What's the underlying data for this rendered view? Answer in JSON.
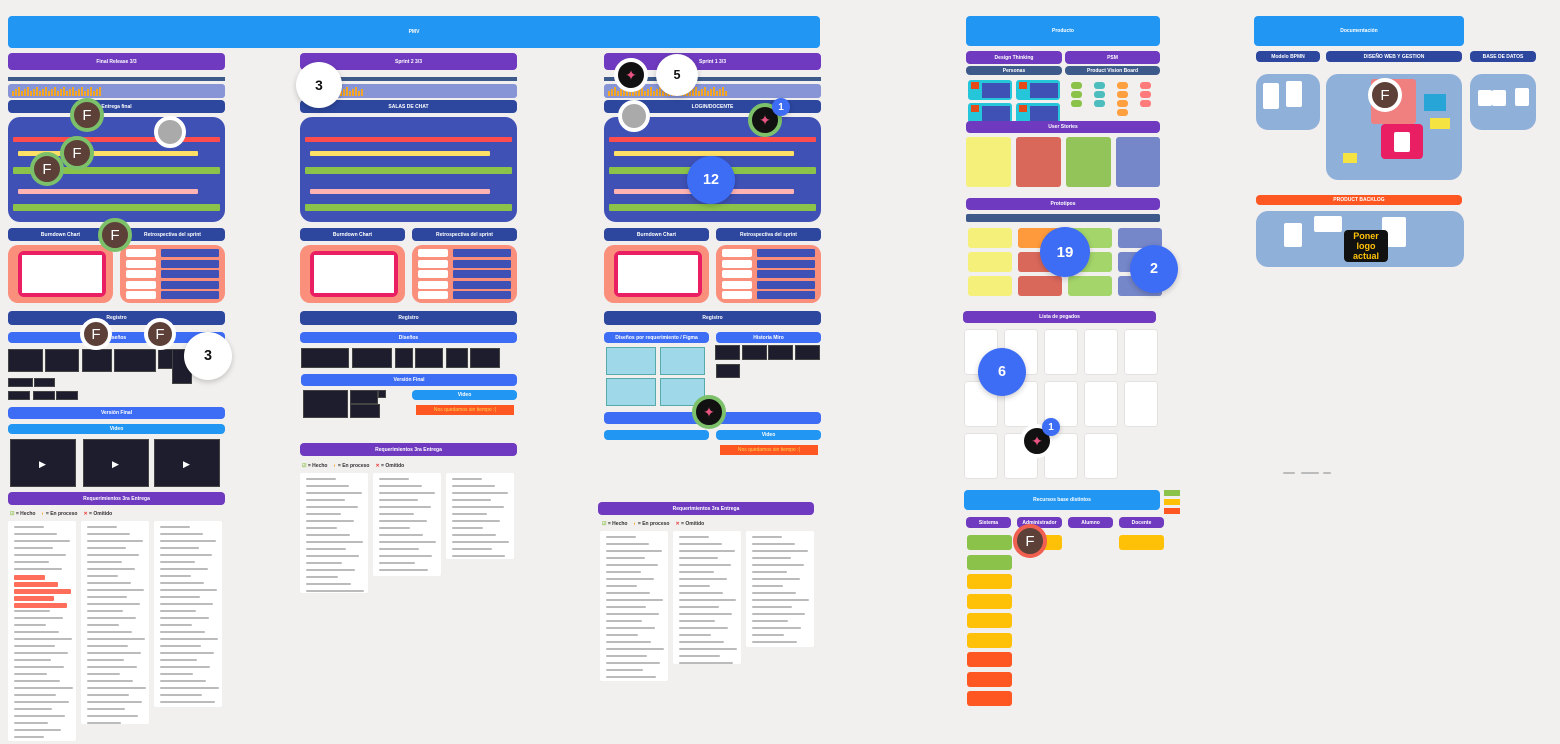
{
  "pmv": {
    "title": "PMV",
    "columns": [
      {
        "title": "Final Release 3/3",
        "section": "Entrega final",
        "burndown": "Burndown Chart",
        "retro": "Retrospectiva del sprint",
        "registro": "Registro",
        "link": "Diseños",
        "version": "Versión Final",
        "video": "Video",
        "reqs": "Requerimientos 3ra Entrega"
      },
      {
        "title": "Sprint 2 3/3",
        "section": "SALAS DE CHAT",
        "burndown": "Burndown Chart",
        "retro": "Retrospectiva del sprint",
        "registro": "Registro",
        "link": "Diseños",
        "version": "Versión Final",
        "video": "Video",
        "note": "Nos quedamos sin tiempo :(",
        "reqs": "Requerimientos 3ra Entrega"
      },
      {
        "title": "Sprint 1 3/3",
        "section": "LOGIN/DOCENTE",
        "burndown": "Burndown Chart",
        "retro": "Retrospectiva del sprint",
        "registro": "Registro",
        "link": "Diseños por requerimiento / Figma",
        "link2": "Historia Miro",
        "video": "Video",
        "note": "Nos quedamos sin tiempo :(",
        "reqs": "Requerimientos 3ra Entrega"
      }
    ],
    "legend": {
      "done": "= Hecho",
      "progress": "= En proceso",
      "omitted": "= Omitido"
    }
  },
  "producto": {
    "title": "Producto",
    "design_thinking": "Design Thinking",
    "psm": "PSM",
    "personas": "Personas",
    "pvb": "Product Vision Board",
    "user_stories": "User Stories",
    "prototipos": "Prototipos",
    "lista": "Lista de pegados",
    "recursos": "Recursos base distintos",
    "roles": [
      "Sistema",
      "Administrador",
      "Alumno",
      "Docente"
    ]
  },
  "documentacion": {
    "title": "Documentación",
    "bpmn": "Modelo BPMN",
    "web": "DISEÑO WEB Y GESTION",
    "db": "BASE DE DATOS",
    "backlog": "PRODUCT BACKLOG",
    "logo_note": "Poner logo actual"
  },
  "comments": [
    "3",
    "5",
    "12",
    "3",
    "19",
    "2",
    "6",
    "1",
    "1"
  ],
  "avatar_initial": "F",
  "colors": {
    "header": "#2196f3",
    "section": "#6f3abf",
    "panel": "#3f51b5",
    "retro": "#fa8f7c",
    "done": "#8bc34a",
    "progress": "#ffc107",
    "omitted": "#ff5722"
  }
}
